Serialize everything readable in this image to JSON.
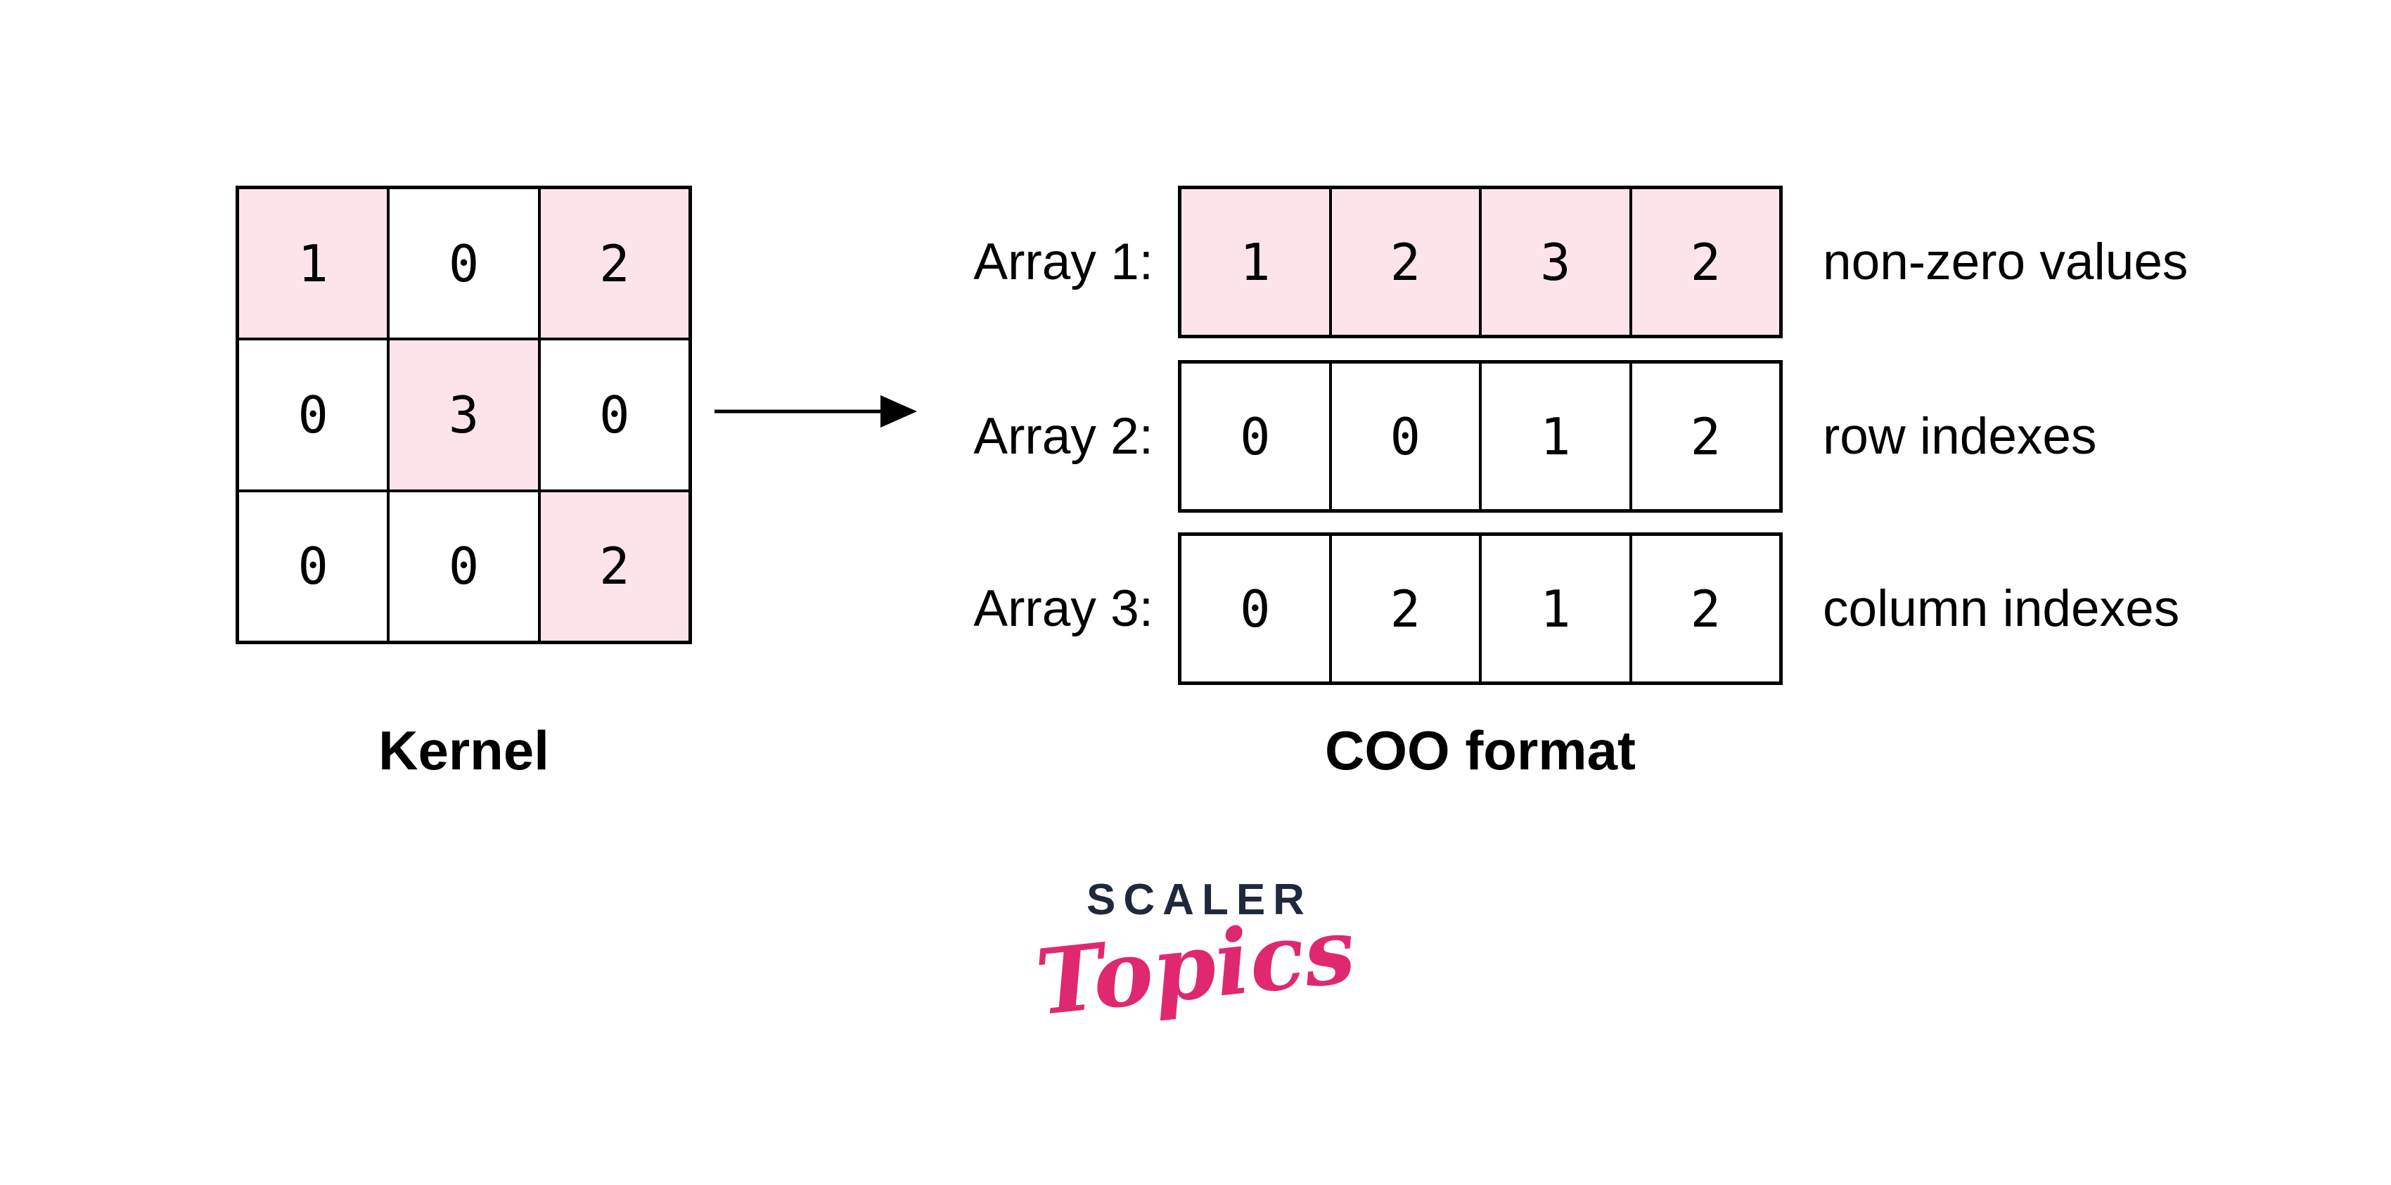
{
  "kernel": {
    "caption": "Kernel",
    "rows": [
      {
        "cells": [
          {
            "v": "1",
            "highlight": true
          },
          {
            "v": "0",
            "highlight": false
          },
          {
            "v": "2",
            "highlight": true
          }
        ]
      },
      {
        "cells": [
          {
            "v": "0",
            "highlight": false
          },
          {
            "v": "3",
            "highlight": true
          },
          {
            "v": "0",
            "highlight": false
          }
        ]
      },
      {
        "cells": [
          {
            "v": "0",
            "highlight": false
          },
          {
            "v": "0",
            "highlight": false
          },
          {
            "v": "2",
            "highlight": true
          }
        ]
      }
    ]
  },
  "coo": {
    "caption": "COO format",
    "arrays": [
      {
        "label": "Array 1:",
        "values": [
          "1",
          "2",
          "3",
          "2"
        ],
        "highlighted": true,
        "note": "non-zero values"
      },
      {
        "label": "Array 2:",
        "values": [
          "0",
          "0",
          "1",
          "2"
        ],
        "highlighted": false,
        "note": "row indexes"
      },
      {
        "label": "Array 3:",
        "values": [
          "0",
          "2",
          "1",
          "2"
        ],
        "highlighted": false,
        "note": "column indexes"
      }
    ]
  },
  "arrow": {
    "direction": "right"
  },
  "logo": {
    "brand": "SCALER",
    "wordmark": "Topics"
  },
  "colors": {
    "highlight_pink": "#FDE4EB",
    "line_black": "#000000",
    "logo_navy": "#20283E",
    "logo_pink": "#E02870"
  }
}
